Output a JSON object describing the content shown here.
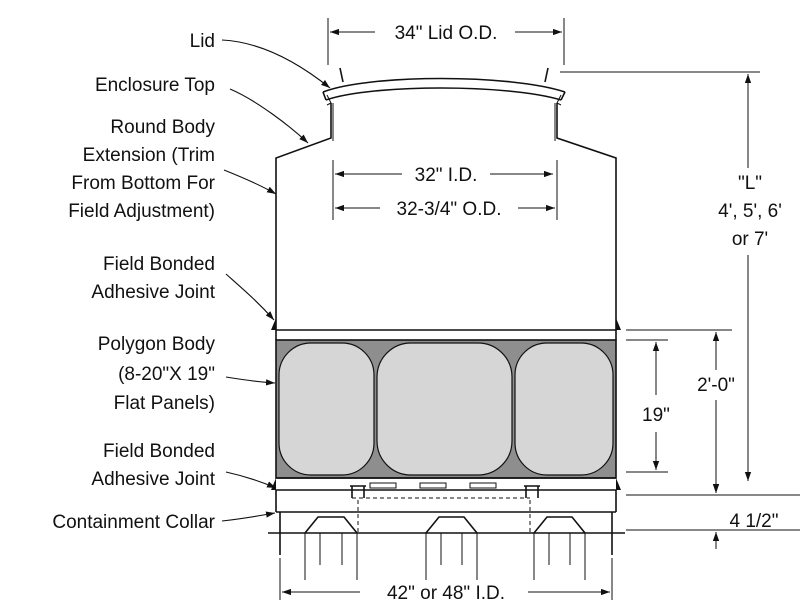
{
  "labels": {
    "lid": "Lid",
    "enclosure_top": "Enclosure Top",
    "extension_line1": "Round Body",
    "extension_line2": "Extension (Trim",
    "extension_line3": "From Bottom For",
    "extension_line4": "Field Adjustment)",
    "joint_top_line1": "Field Bonded",
    "joint_top_line2": "Adhesive Joint",
    "polygon_line1": "Polygon Body",
    "polygon_line2": "(8-20\"X 19\"",
    "polygon_line3": "Flat Panels)",
    "joint_bottom_line1": "Field Bonded",
    "joint_bottom_line2": "Adhesive Joint",
    "collar": "Containment Collar"
  },
  "dimensions": {
    "lid_od": "34\" Lid O.D.",
    "id_32": "32\" I.D.",
    "od_32_34": "32-3/4\" O.D.",
    "length_line1": "\"L\"",
    "length_line2": "4', 5', 6'",
    "length_line3": "or 7'",
    "polygon_height": "2'-0\"",
    "panel_height": "19\"",
    "collar_height": "4 1/2\"",
    "base_id": "42\" or 48\" I.D."
  },
  "colors": {
    "line": "#111111",
    "panel_fill": "#d6d6d6",
    "panel_dark": "#8e8e8e",
    "background": "#ffffff"
  }
}
